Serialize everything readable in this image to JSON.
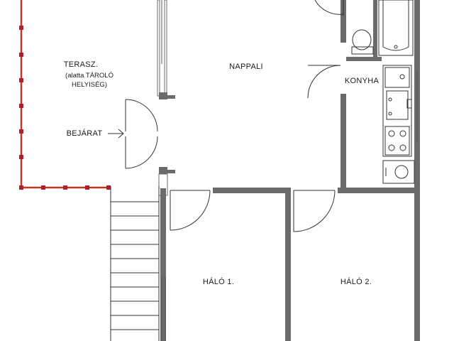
{
  "rooms": {
    "terrace": {
      "title": "TERASZ.",
      "note_line1": "(alatta TÁROLÓ",
      "note_line2": "HELYISÉG)"
    },
    "entrance": "BEJÁRAT",
    "living": "NAPPALI",
    "kitchen": "KONYHA",
    "bedroom1": "HÁLÓ 1.",
    "bedroom2": "HÁLÓ 2."
  },
  "colors": {
    "wall": "#6b6b6b",
    "line": "#333333",
    "terrace_border": "#c0392b",
    "terrace_post": "#b0202a",
    "background": "#ffffff"
  }
}
